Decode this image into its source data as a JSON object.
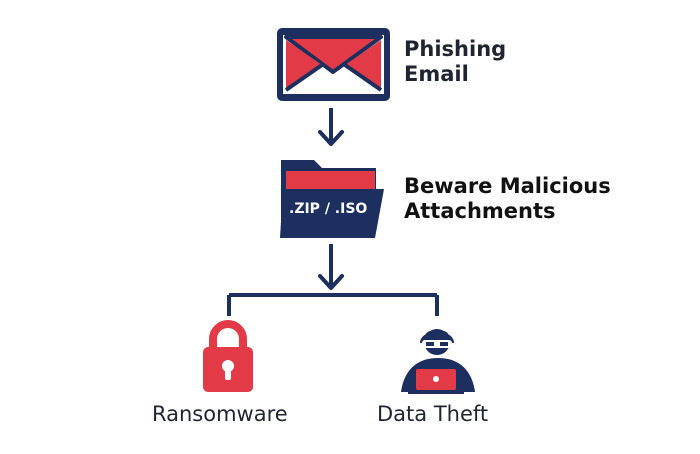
{
  "nodes": {
    "phishing": {
      "title_line1": "Phishing",
      "title_line2": "Email",
      "icon": "envelope-icon"
    },
    "attachments": {
      "title_line1": "Beware Malicious",
      "title_line2": "Attachments",
      "folder_label": ".ZIP / .ISO",
      "icon": "folder-icon"
    },
    "ransomware": {
      "label": "Ransomware",
      "icon": "padlock-icon"
    },
    "data_theft": {
      "label": "Data Theft",
      "icon": "hacker-icon"
    }
  },
  "colors": {
    "navy": "#1c2f5f",
    "red": "#e23a47",
    "white": "#ffffff",
    "text": "#1f2431"
  }
}
